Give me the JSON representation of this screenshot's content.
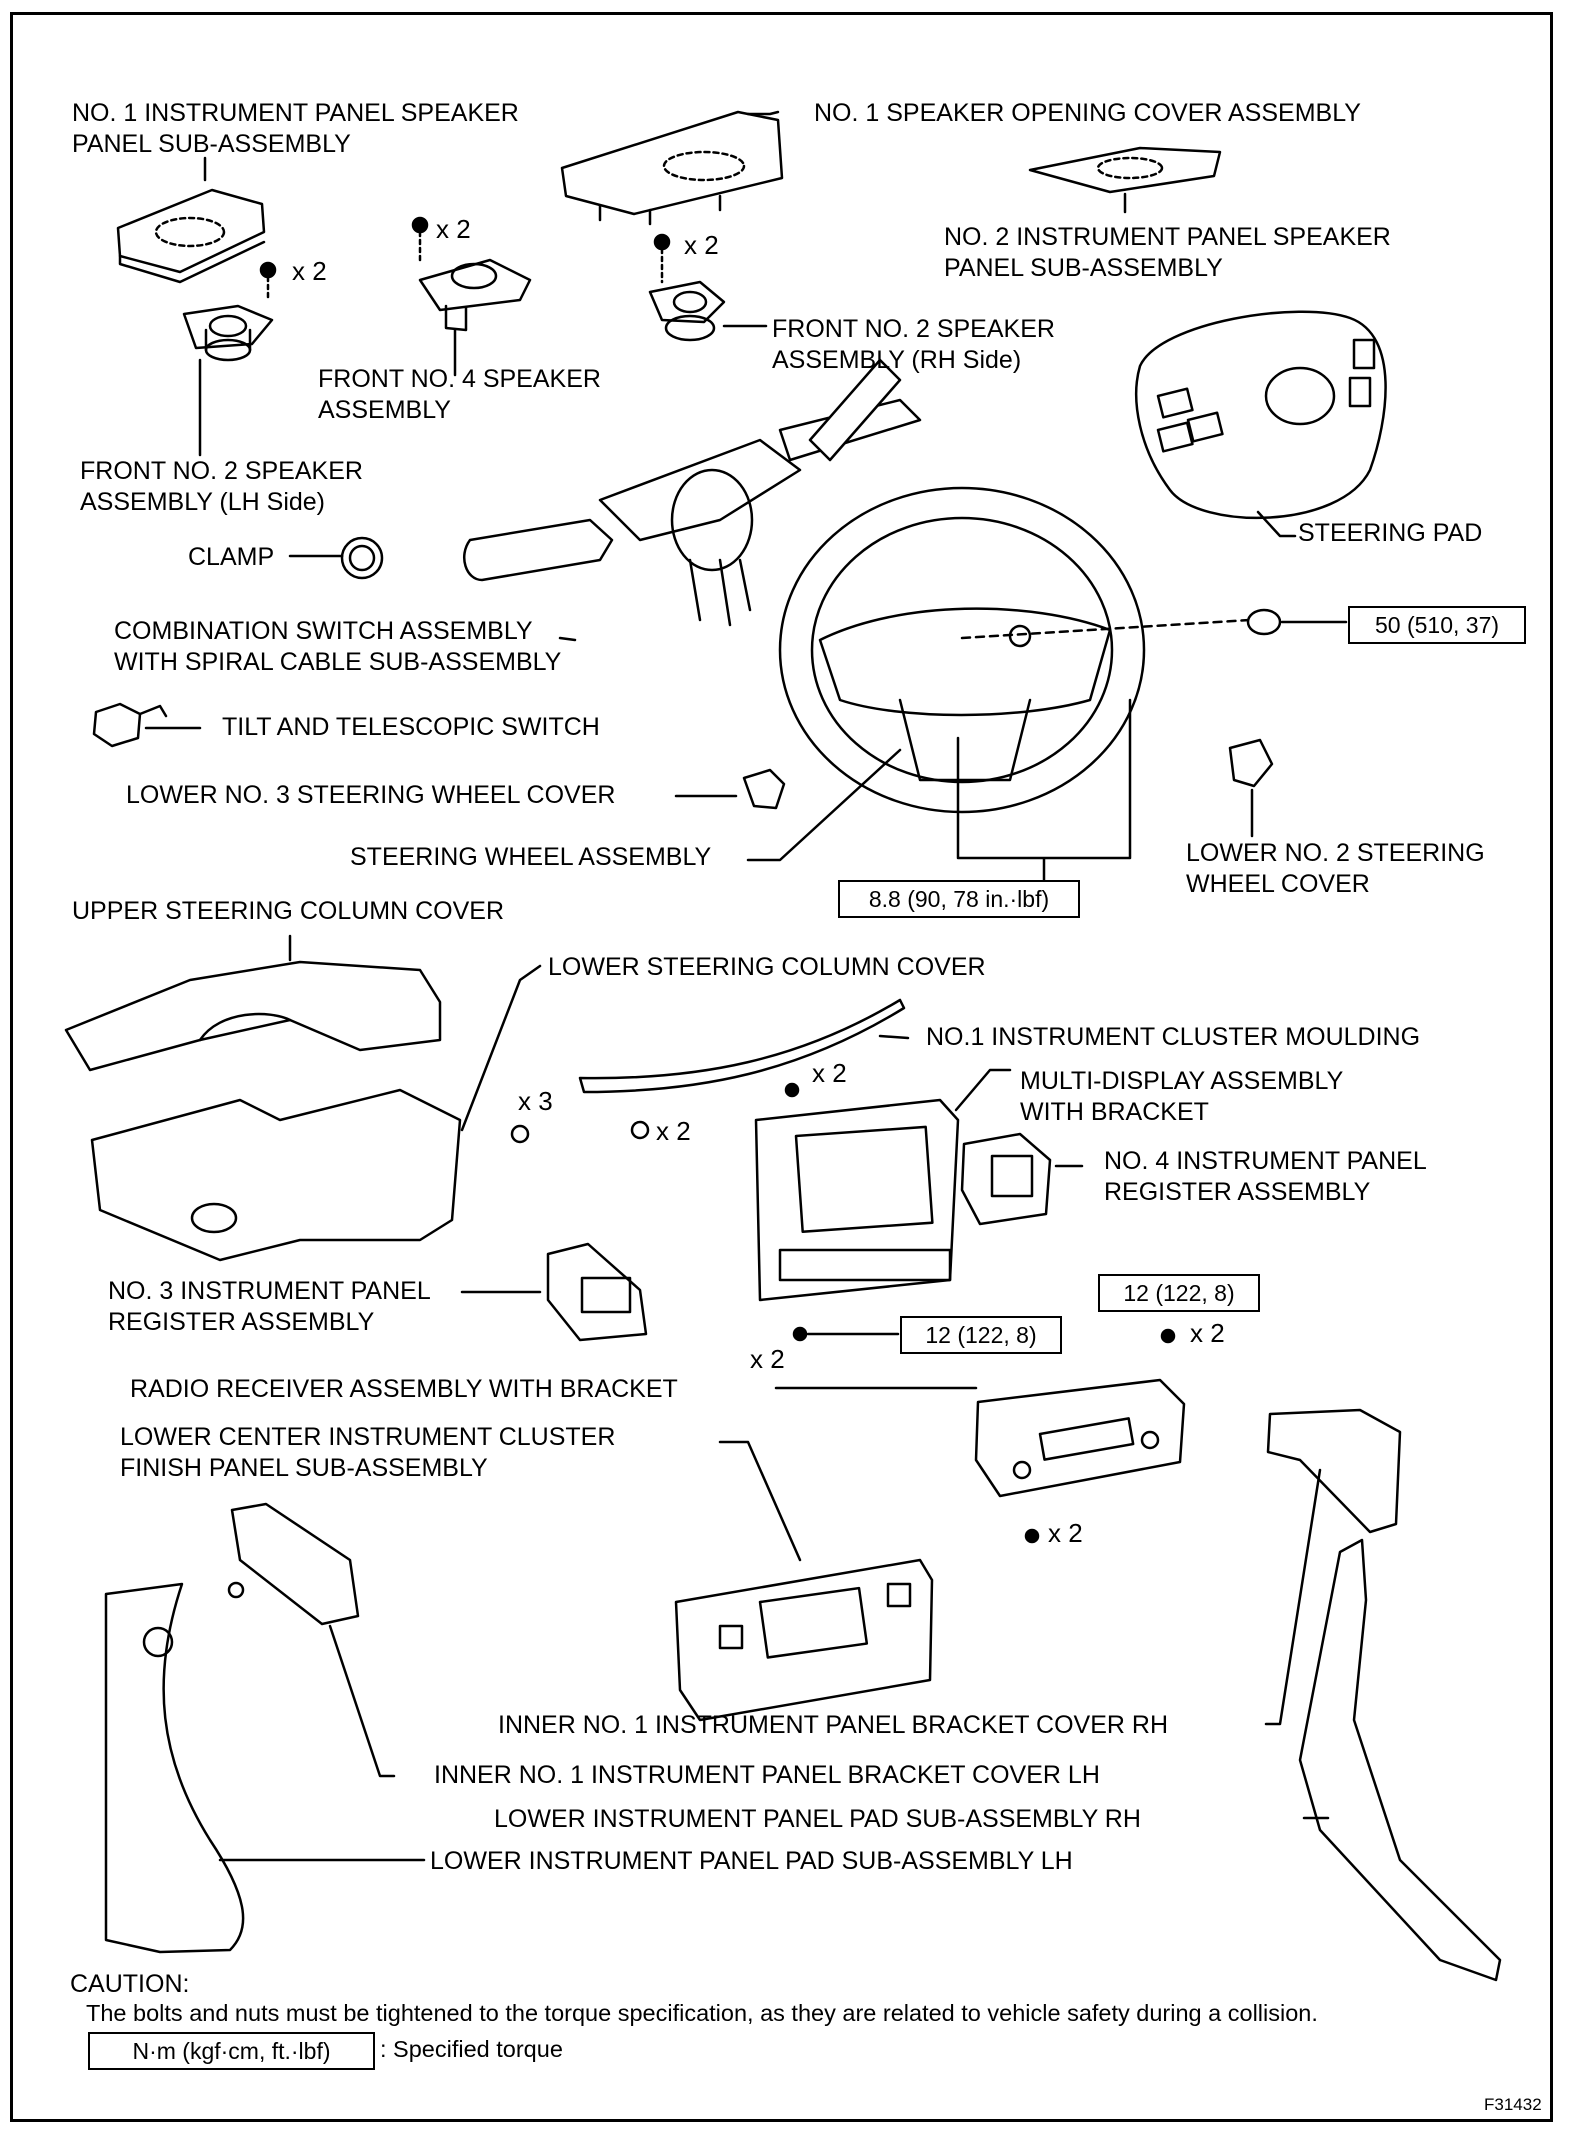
{
  "labels": {
    "no1_ip_speaker_panel": "NO. 1 INSTRUMENT PANEL SPEAKER\nPANEL SUB-ASSEMBLY",
    "no1_speaker_opening_cover": "NO. 1 SPEAKER OPENING COVER ASSEMBLY",
    "no2_ip_speaker_panel": "NO. 2 INSTRUMENT PANEL SPEAKER\nPANEL SUB-ASSEMBLY",
    "front_no2_speaker_rh": "FRONT NO. 2 SPEAKER\nASSEMBLY (RH Side)",
    "front_no4_speaker": "FRONT NO. 4 SPEAKER\nASSEMBLY",
    "front_no2_speaker_lh": "FRONT NO. 2 SPEAKER\nASSEMBLY (LH Side)",
    "steering_pad": "STEERING PAD",
    "clamp": "CLAMP",
    "combination_switch": "COMBINATION SWITCH ASSEMBLY\nWITH SPIRAL CABLE SUB-ASSEMBLY",
    "tilt_switch": "TILT AND TELESCOPIC SWITCH",
    "lower_no3_cover": "LOWER NO. 3 STEERING WHEEL COVER",
    "steering_wheel": "STEERING WHEEL ASSEMBLY",
    "lower_no2_cover": "LOWER NO. 2 STEERING\nWHEEL COVER",
    "upper_column_cover": "UPPER STEERING COLUMN COVER",
    "lower_column_cover": "LOWER STEERING COLUMN COVER",
    "cluster_moulding": "NO.1 INSTRUMENT CLUSTER MOULDING",
    "multi_display": "MULTI-DISPLAY ASSEMBLY\nWITH BRACKET",
    "no4_register": "NO. 4 INSTRUMENT PANEL\nREGISTER ASSEMBLY",
    "no3_register": "NO. 3 INSTRUMENT PANEL\nREGISTER ASSEMBLY",
    "radio_receiver": "RADIO RECEIVER ASSEMBLY WITH BRACKET",
    "lower_center_finish": "LOWER CENTER INSTRUMENT CLUSTER\nFINISH PANEL SUB-ASSEMBLY",
    "inner_bracket_rh": "INNER NO. 1 INSTRUMENT PANEL BRACKET COVER RH",
    "inner_bracket_lh": "INNER NO. 1 INSTRUMENT PANEL BRACKET COVER LH",
    "lower_pad_rh": "LOWER INSTRUMENT PANEL PAD SUB-ASSEMBLY RH",
    "lower_pad_lh": "LOWER INSTRUMENT PANEL PAD SUB-ASSEMBLY LH"
  },
  "quantities": {
    "q_lh_speaker": "x 2",
    "q_no4_speaker": "x 2",
    "q_rh_speaker": "x 2",
    "q_column_cover": "x 3",
    "q_moulding": "x 2",
    "q_display_top": "x 2",
    "q_display_bottom": "x 2",
    "q_radio_top": "x 2",
    "q_radio_bottom": "x 2"
  },
  "torques": {
    "steering_nut": "50 (510, 37)",
    "wheel_screws": "8.8 (90, 78 in.·lbf)",
    "display_bolt": "12 (122, 8)",
    "radio_bolt": "12 (122, 8)"
  },
  "caution": {
    "title": "CAUTION:",
    "text": "The bolts and nuts must be tightened to the torque specification, as they are related to vehicle safety during a collision."
  },
  "legend": {
    "box": "N·m (kgf·cm, ft.·lbf)",
    "text": ": Specified torque"
  },
  "figure_id": "F31432"
}
